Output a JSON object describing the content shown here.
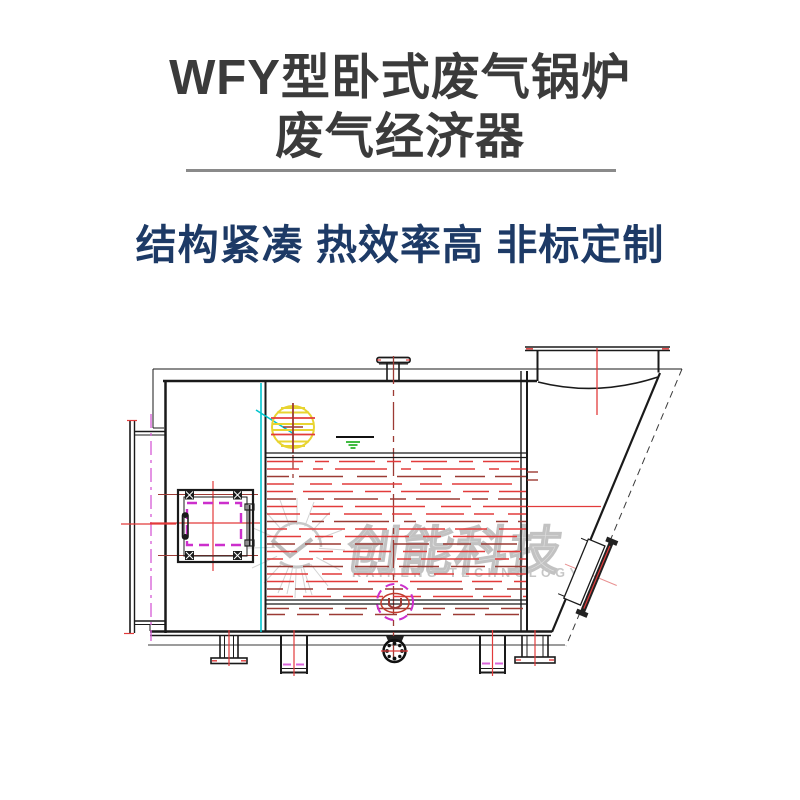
{
  "header": {
    "title_line1": "WFY型卧式废气锅炉",
    "title_line2": "废气经济器",
    "subtitle": "结构紧凑 热效率高 非标定制"
  },
  "watermark": {
    "brand_cn": "创能科技",
    "brand_en": "KAINENG TECHNOLOGY"
  },
  "diagram": {
    "type": "engineering-cad-side-view",
    "subject": "WFY horizontal waste-gas boiler economizer",
    "visible_text_labels": []
  },
  "colors": {
    "bg": "#ffffff",
    "title": "#3b3b3b",
    "subtitle": "#1d3a66",
    "divider": "#8a8a8a",
    "line": "#1a1a1a",
    "grayline": "#9c9c9c",
    "red": "#e23b3b",
    "darkred": "#9c3a34",
    "magenta": "#cc2fcc",
    "violet": "#d966d9",
    "cyan": "#00c5cf",
    "yellow": "#e8d431",
    "green": "#2db52d",
    "watermark": "#c6c6c6"
  }
}
